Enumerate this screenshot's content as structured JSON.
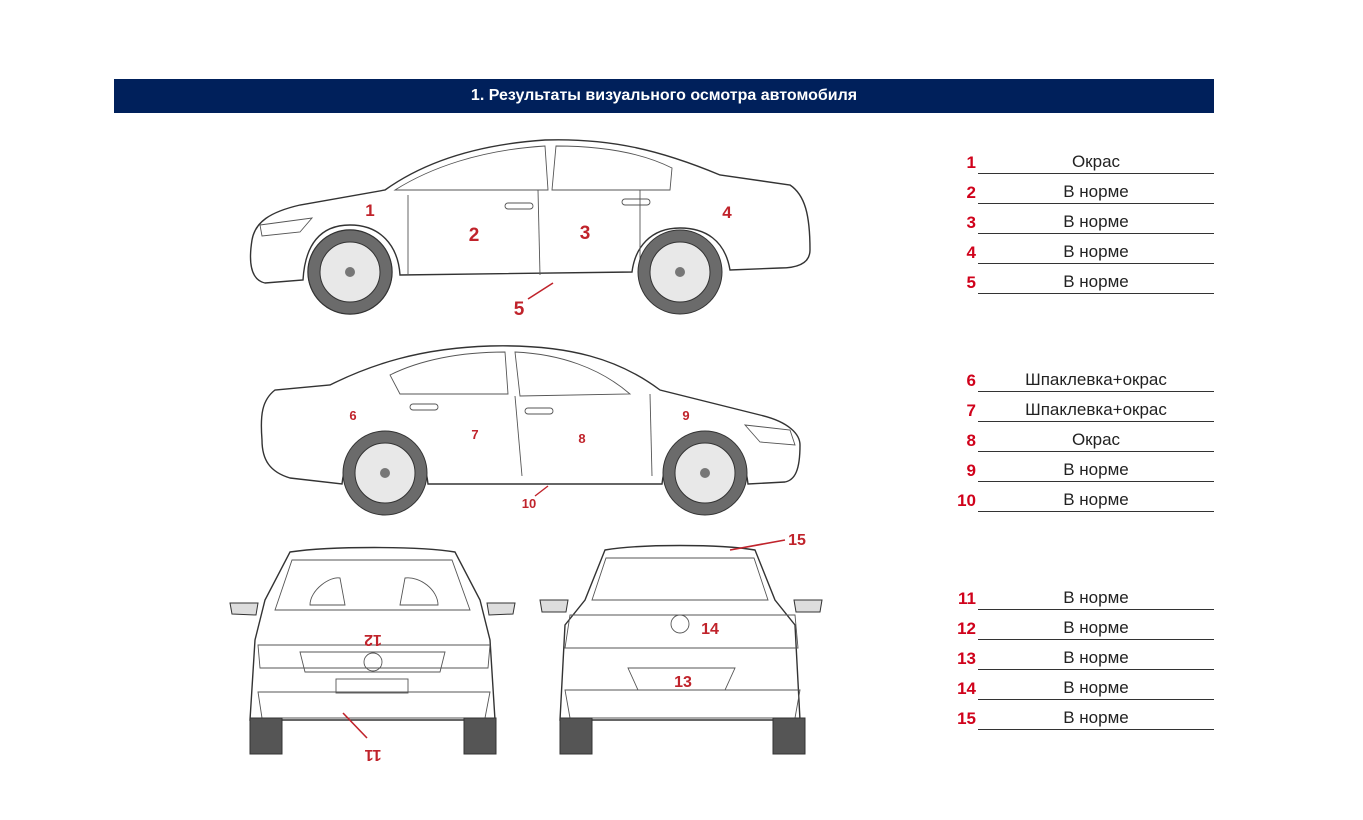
{
  "header": {
    "title": "1. Результаты визуального осмотра автомобиля"
  },
  "diagram_labels": {
    "side_left": [
      "1",
      "2",
      "3",
      "4",
      "5"
    ],
    "side_right": [
      "6",
      "7",
      "8",
      "9",
      "10"
    ],
    "front": [
      "12",
      "11"
    ],
    "rear": [
      "15",
      "14",
      "13"
    ]
  },
  "results": [
    {
      "num": "1",
      "value": "Окрас"
    },
    {
      "num": "2",
      "value": "В норме"
    },
    {
      "num": "3",
      "value": "В норме"
    },
    {
      "num": "4",
      "value": "В норме"
    },
    {
      "num": "5",
      "value": "В норме"
    },
    {
      "num": "6",
      "value": "Шпаклевка+окрас"
    },
    {
      "num": "7",
      "value": "Шпаклевка+окрас"
    },
    {
      "num": "8",
      "value": "Окрас"
    },
    {
      "num": "9",
      "value": "В норме"
    },
    {
      "num": "10",
      "value": "В норме"
    },
    {
      "num": "11",
      "value": "В норме"
    },
    {
      "num": "12",
      "value": "В норме"
    },
    {
      "num": "13",
      "value": "В норме"
    },
    {
      "num": "14",
      "value": "В норме"
    },
    {
      "num": "15",
      "value": "В норме"
    }
  ],
  "colors": {
    "header_bg": "#00205b",
    "label_red": "#d0021b"
  }
}
